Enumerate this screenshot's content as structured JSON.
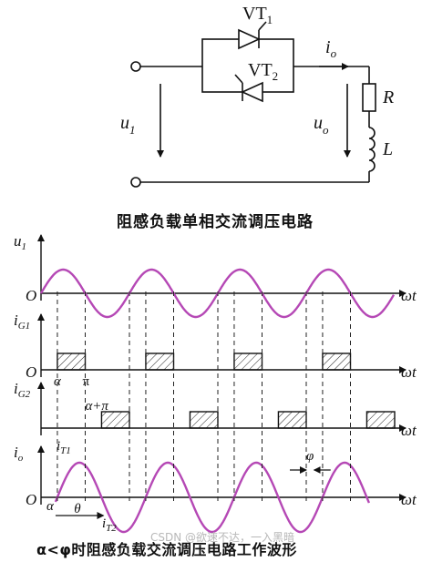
{
  "circuit": {
    "thyristor_1": "VT",
    "thyristor_1_sub": "1",
    "thyristor_2": "VT",
    "thyristor_2_sub": "2",
    "current_out": "i",
    "current_out_sub": "o",
    "input_voltage": "u",
    "input_voltage_sub": "1",
    "output_voltage": "u",
    "output_voltage_sub": "o",
    "resistor": "R",
    "inductor": "L"
  },
  "caption_top": "阻感负载单相交流调压电路",
  "caption_bottom": "α<φ时阻感负载交流调压电路工作波形",
  "watermark": "CSDN @欲速不达，一入黑暗",
  "plots": {
    "origin": "O",
    "time_axis": "ωt",
    "u1": {
      "label": "u",
      "sub": "1"
    },
    "iG1": {
      "label": "i",
      "sub": "G1",
      "alpha": "α",
      "pi": "π"
    },
    "iG2": {
      "label": "i",
      "sub": "G2",
      "alpha_pi": "α+π"
    },
    "io": {
      "label": "i",
      "sub": "o",
      "iT1": "i",
      "iT1_sub": "T1",
      "iT2": "i",
      "iT2_sub": "T2",
      "alpha": "α",
      "theta": "θ",
      "phi": "φ"
    }
  },
  "colors": {
    "wave": "#b548b5",
    "ink": "#111111"
  }
}
